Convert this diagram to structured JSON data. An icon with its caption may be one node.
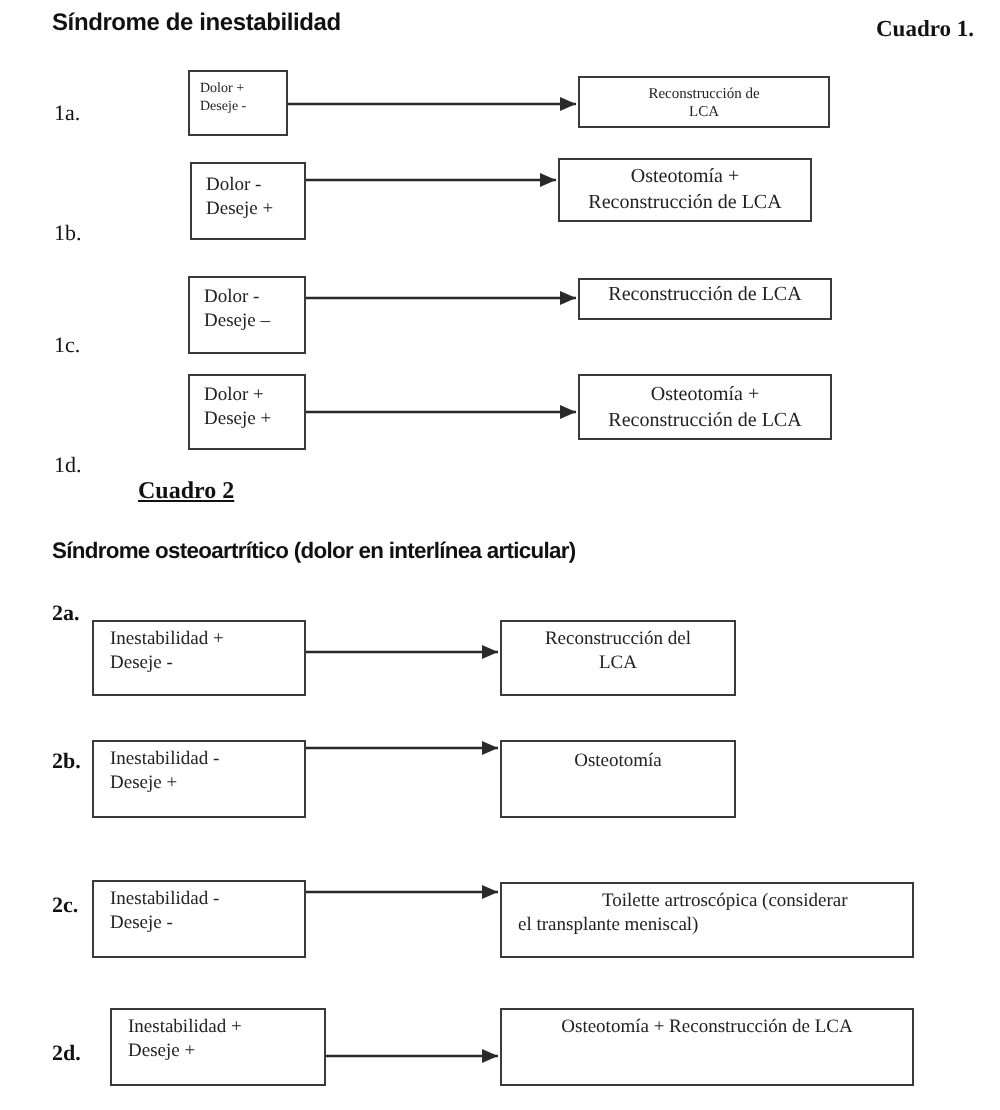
{
  "diagram": {
    "title": "Síndrome de inestabilidad",
    "nodes": [
      {
        "text": [
          "Dolor +",
          "Deseje -"
        ]
      },
      {
        "text": [
          "Reconstrucción de LCA"
        ]
      },
      {
        "text": [
          "Dolor -",
          "Deseje +"
        ]
      },
      {
        "text": [
          "Osteotomía + Reconstrucción de LCA"
        ]
      },
      {
        "text": [
          "Dolor -",
          "Deseje –"
        ]
      },
      {
        "text": [
          "Reconstrucción de LCA"
        ]
      },
      {
        "text": [
          "Dolor +",
          "Deseje +"
        ]
      },
      {
        "text": [
          "Osteotomía + Reconstrucción de LCA"
        ]
      },
      {
        "text": [
          "Inestabilidad +",
          "Deseje -"
        ]
      },
      {
        "text": [
          "Reconstrucción del LCA"
        ]
      },
      {
        "text": [
          "Inestabilidad -",
          "Deseje +"
        ]
      },
      {
        "text": [
          "Osteotomía"
        ]
      },
      {
        "text": [
          "Inestabilidad -",
          "Deseje -"
        ]
      },
      {
        "text": [
          "Toilette artroscópica (considerar el transplante meniscal)"
        ]
      },
      {
        "text": [
          "Inestabilidad +",
          "Deseje +"
        ]
      },
      {
        "text": [
          "Osteotomía + Reconstrucción de LCA"
        ]
      }
    ],
    "edges": [
      {
        "from": 0,
        "to": 1,
        "arrow": "to"
      },
      {
        "from": 2,
        "to": 3,
        "arrow": "to"
      },
      {
        "from": 4,
        "to": 5,
        "arrow": "to"
      },
      {
        "from": 6,
        "to": 7,
        "arrow": "to"
      },
      {
        "from": 8,
        "to": 9,
        "arrow": "to"
      },
      {
        "from": 10,
        "to": 11,
        "arrow": "to"
      },
      {
        "from": 12,
        "to": 13,
        "arrow": "to"
      },
      {
        "from": 14,
        "to": 15,
        "arrow": "to"
      }
    ],
    "labels": [
      "Cuadro 1.",
      "1a.",
      "1b.",
      "1c.",
      "1d.",
      "Cuadro 2",
      "Síndrome osteoartrítico (dolor en interlínea articular)",
      "2a.",
      "2b.",
      "2c.",
      "2d."
    ]
  }
}
